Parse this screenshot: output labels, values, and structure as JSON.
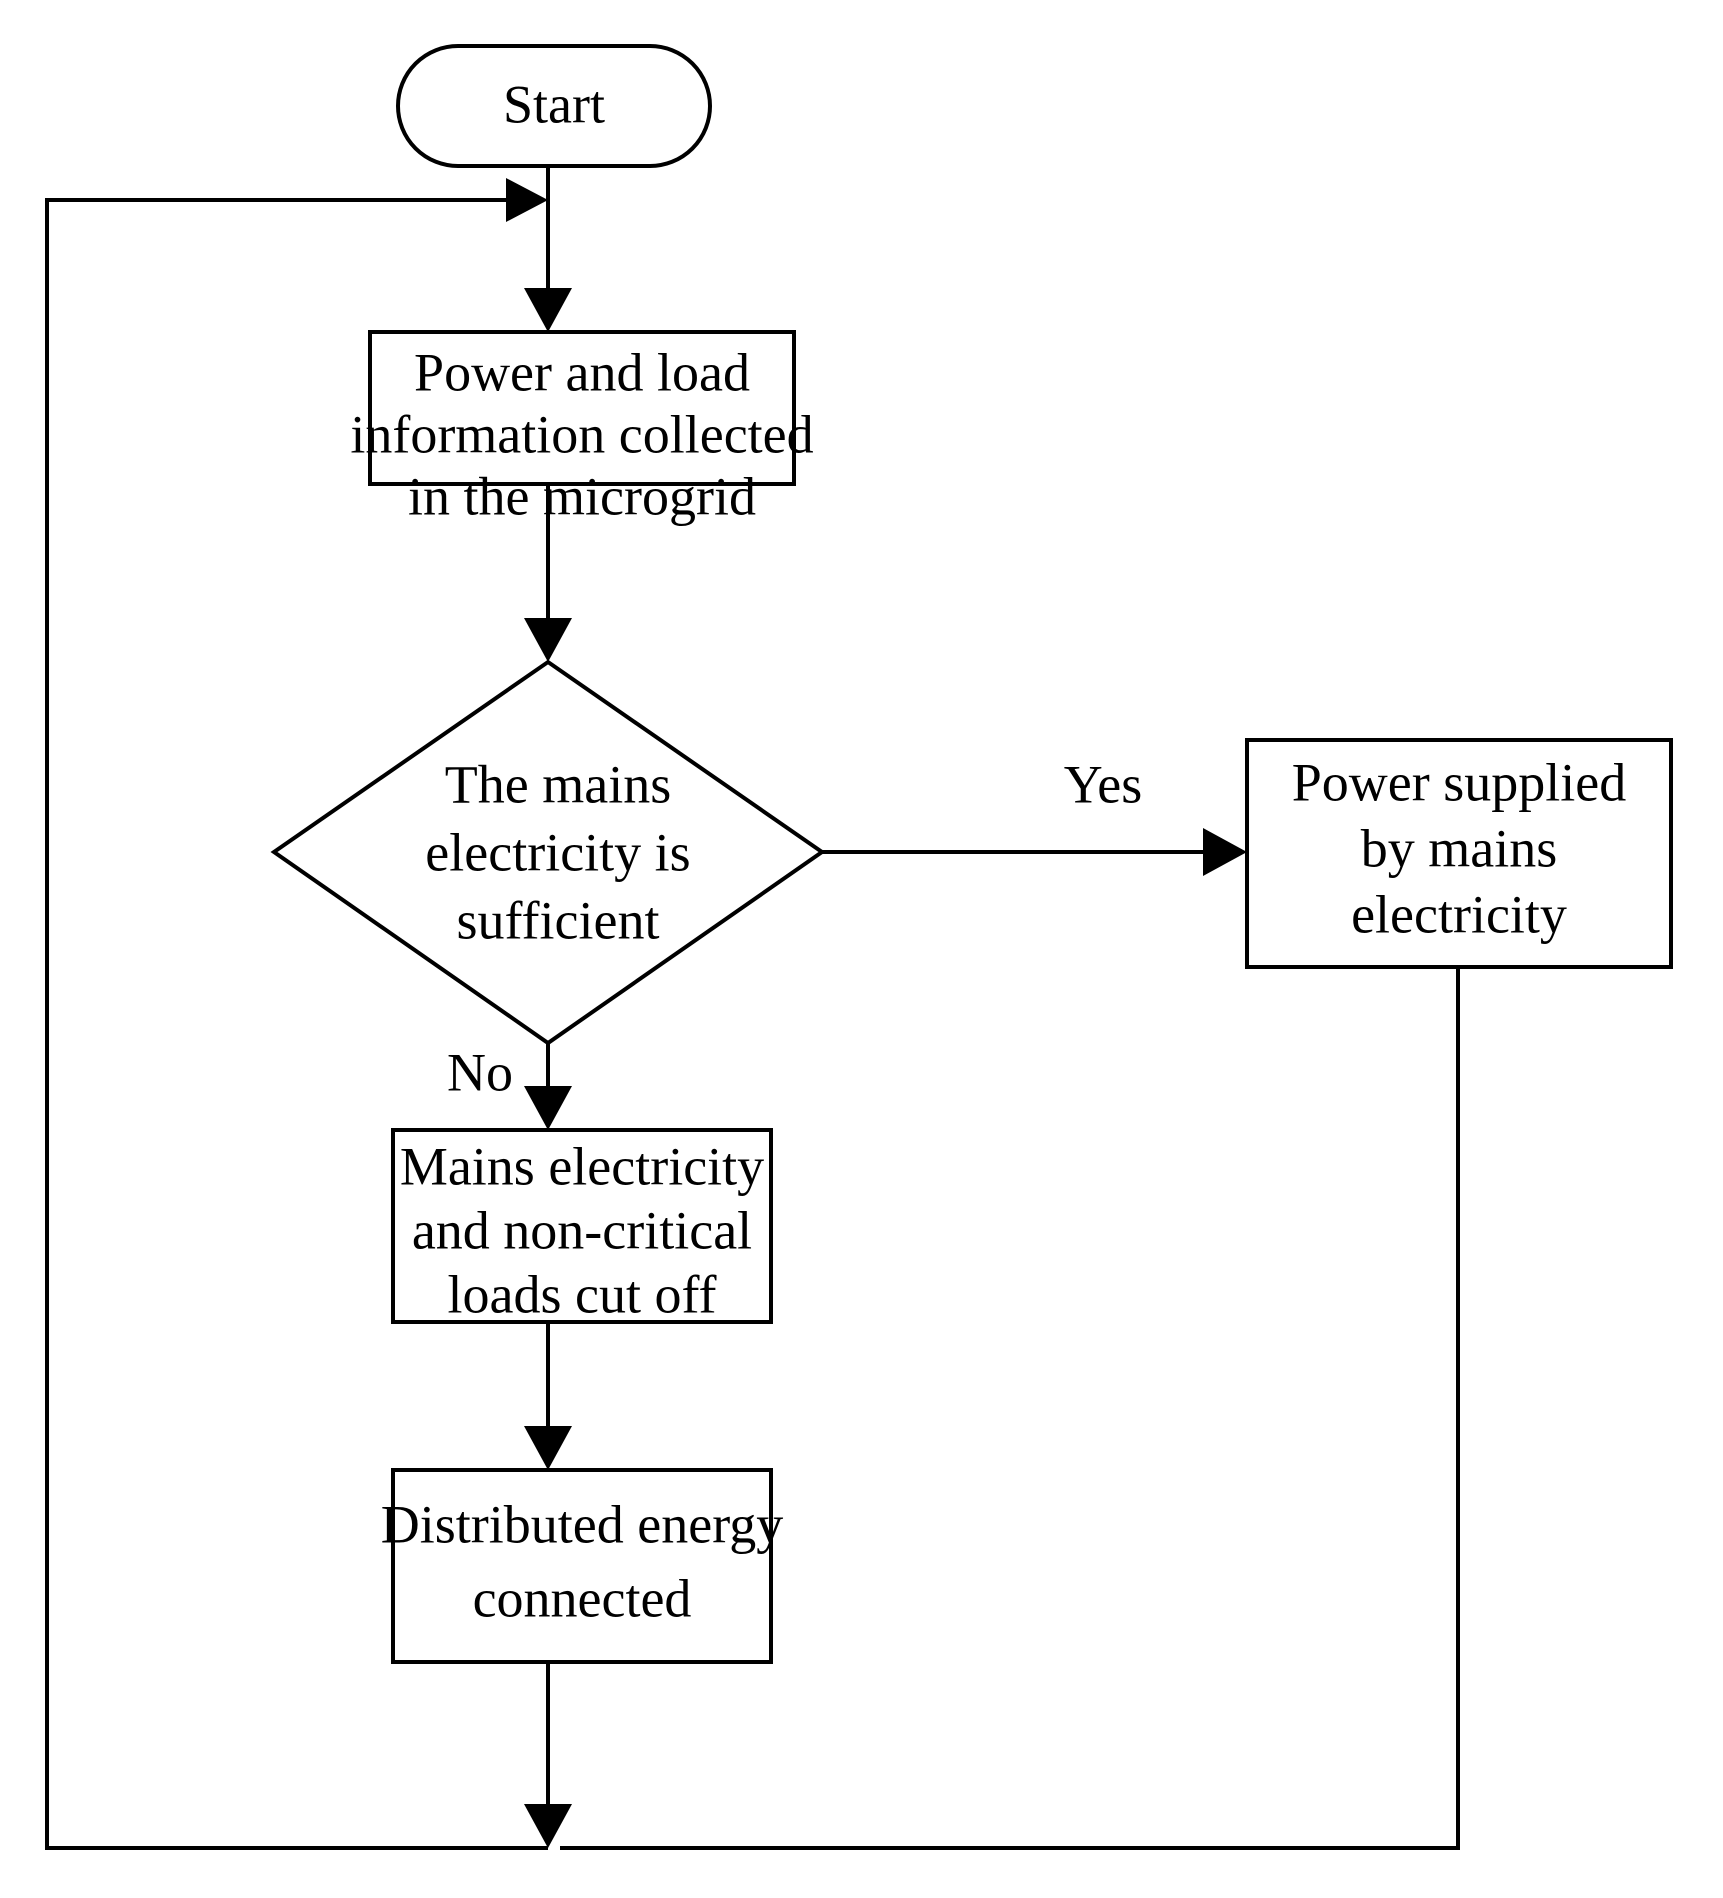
{
  "diagram": {
    "title": "Microgrid power supply control flowchart",
    "background_color": "#ffffff",
    "line_color": "#000000",
    "fill_color": "#ffffff",
    "nodes": {
      "start": {
        "type": "terminator",
        "label": "Start"
      },
      "collect": {
        "type": "process",
        "line1": "Power and load",
        "line2": "information collected",
        "line3": "in the microgrid"
      },
      "decision": {
        "type": "decision",
        "line1": "The mains",
        "line2": "electricity is",
        "line3": "sufficient"
      },
      "mains_supply": {
        "type": "process",
        "line1": "Power supplied",
        "line2": "by mains",
        "line3": "electricity"
      },
      "cut_off": {
        "type": "process",
        "line1": "Mains electricity",
        "line2": "and non-critical",
        "line3": "loads cut off"
      },
      "distributed": {
        "type": "process",
        "line1": "Distributed energy",
        "line2": "connected"
      }
    },
    "edge_labels": {
      "yes": "Yes",
      "no": "No"
    }
  }
}
